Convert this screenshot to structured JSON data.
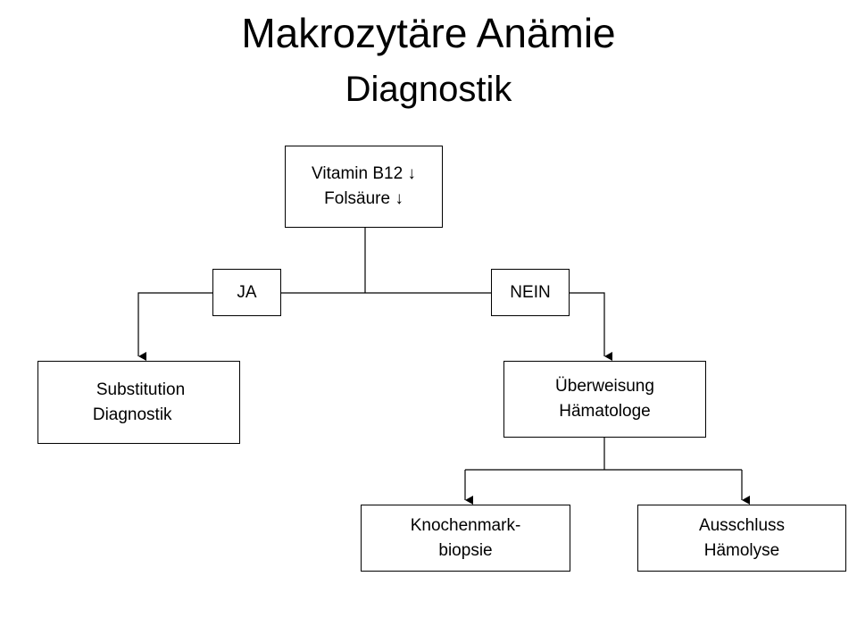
{
  "title": {
    "main": "Makrozytäre Anämie",
    "sub": "Diagnostik"
  },
  "nodes": {
    "root": {
      "line1": "Vitamin B12 ↓",
      "line2": "Folsäure ↓"
    },
    "ja": {
      "label": "JA"
    },
    "nein": {
      "label": "NEIN"
    },
    "substitution": {
      "line1": "Substitution",
      "line2": "Diagnostik"
    },
    "ueberweisung": {
      "line1": "Überweisung",
      "line2": "Hämatologe"
    },
    "knochenmark": {
      "line1": "Knochenmark-",
      "line2": "biopsie"
    },
    "ausschluss": {
      "line1": "Ausschluss",
      "line2": "Hämolyse"
    }
  },
  "colors": {
    "line": "#000000",
    "border": "#000000",
    "background": "#ffffff"
  }
}
